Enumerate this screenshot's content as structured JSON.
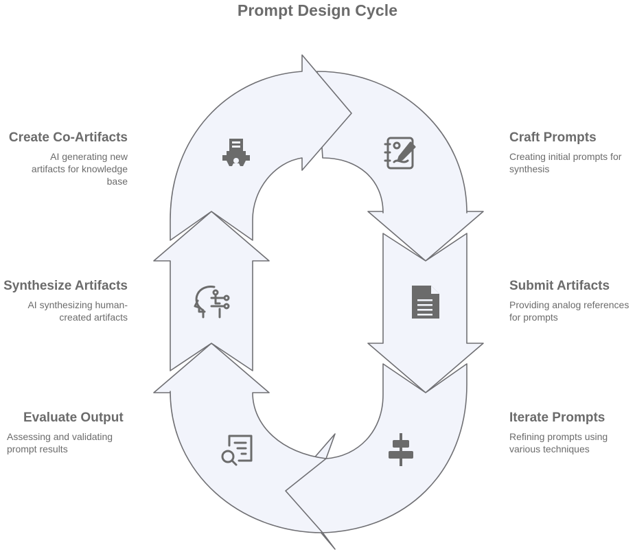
{
  "title": "Prompt Design Cycle",
  "steps": [
    {
      "side": "right",
      "title": "Craft Prompts",
      "description": "Creating initial prompts for synthesis",
      "icon": "notebook-pen-icon"
    },
    {
      "side": "right",
      "title": "Submit Artifacts",
      "description": "Providing analog references for prompts",
      "icon": "document-icon"
    },
    {
      "side": "right",
      "title": "Iterate Prompts",
      "description": "Refining prompts using various techniques",
      "icon": "align-center-icon"
    },
    {
      "side": "left",
      "title": "Evaluate Output",
      "description": "Assessing and validating prompt results",
      "icon": "search-document-icon"
    },
    {
      "side": "left",
      "title": "Synthesize Artifacts",
      "description": "AI synthesizing human-created artifacts",
      "icon": "ai-head-icon"
    },
    {
      "side": "left",
      "title": "Create Co-Artifacts",
      "description": "AI generating new artifacts for knowledge base",
      "icon": "factory-gear-icon"
    }
  ],
  "colors": {
    "fill": "#f2f4fb",
    "stroke": "#6f6f73",
    "icon": "#6b6b6b",
    "text": "#6b6b6b"
  }
}
